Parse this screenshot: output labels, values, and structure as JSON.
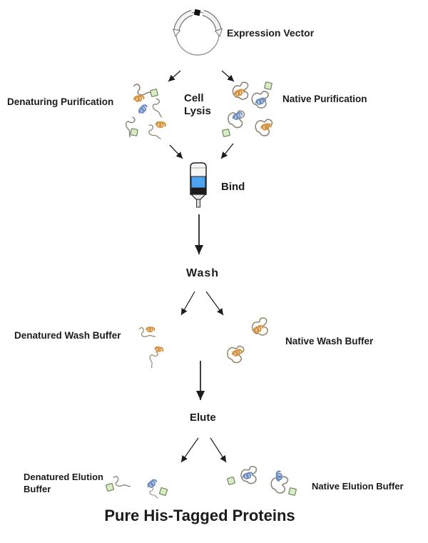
{
  "diagram": {
    "labels": {
      "expression_vector": "Expression Vector",
      "denaturing_purification": "Denaturing Purification",
      "cell_lysis": "Cell Lysis",
      "native_purification": "Native Purification",
      "bind": "Bind",
      "wash": "Wash",
      "denatured_wash_buffer": "Denatured Wash Buffer",
      "native_wash_buffer": "Native Wash Buffer",
      "elute": "Elute",
      "denatured_elution_buffer": "Denatured Elution Buffer",
      "native_elution_buffer": "Native Elution Buffer",
      "title": "Pure His-Tagged Proteins"
    },
    "icons": {
      "plasmid": "plasmid-circle-icon",
      "column": "spin-column-icon",
      "unfolded_protein": "unfolded-protein-icon",
      "folded_protein": "folded-protein-icon",
      "his_tag": "his-tag-square-icon",
      "arrow": "flow-arrow-icon"
    }
  },
  "colors": {
    "background": "#ffffff",
    "text": "#1c1c1c",
    "arrow": "#1c1c1c",
    "resin_blue": "#4da3ee",
    "column_cap_black": "#1b1b1b",
    "his_tag_green": "#d9ecc6",
    "his_tag_border": "#6e8760",
    "helix_orange": "#d6923f",
    "helix_blue": "#6f8fc4",
    "backbone_gray": "#8d8475",
    "plasmid_gray": "#888888"
  }
}
